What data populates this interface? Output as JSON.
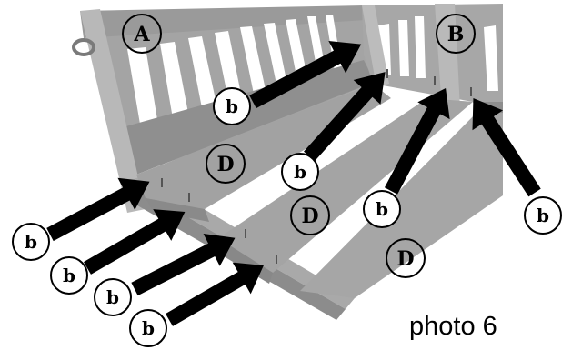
{
  "figure": {
    "caption": "photo 6"
  },
  "parts": {
    "crib_end_a": "A",
    "crib_end_b": "B",
    "slat_d": "D"
  },
  "bolt_label": "b",
  "colors": {
    "panel": "#a7a7a7",
    "panel_dark": "#8a8a8a",
    "slat": "#9c9c9c",
    "slat_top": "#b3b3b3",
    "arrow": "#000000",
    "label_circle": "#ffffff"
  }
}
